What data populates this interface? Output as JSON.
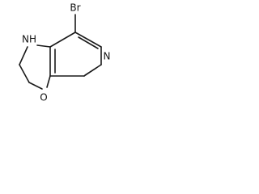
{
  "structure": {
    "atoms": {
      "bromine": "Br",
      "nitrogen_nh": "NH",
      "nitrogen_ring": "N",
      "oxygen": "O"
    }
  }
}
